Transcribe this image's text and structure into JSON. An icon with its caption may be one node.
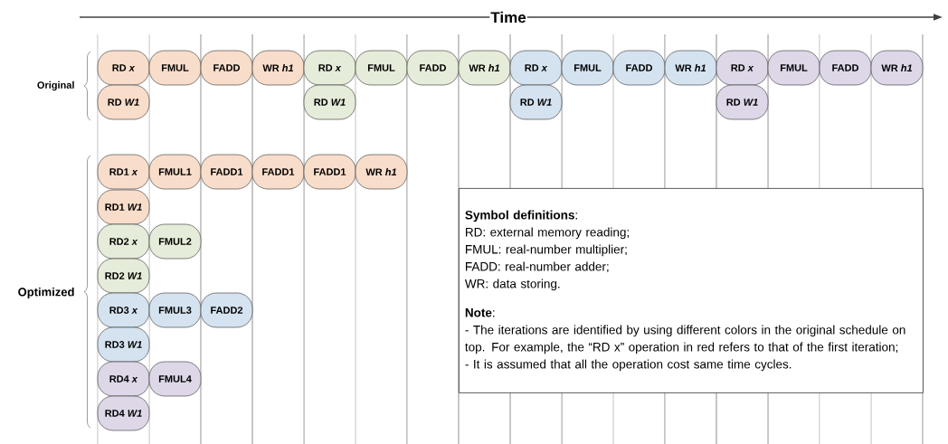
{
  "diagram": {
    "nodes": [
      {
        "text": [
          "RD *x*"
        ]
      },
      {
        "text": [
          "FMUL"
        ]
      },
      {
        "text": [
          "FADD"
        ]
      },
      {
        "text": [
          "WR *h1*"
        ]
      },
      {
        "text": [
          "RD *x*"
        ]
      },
      {
        "text": [
          "FMUL"
        ]
      },
      {
        "text": [
          "FADD"
        ]
      },
      {
        "text": [
          "WR *h1*"
        ]
      },
      {
        "text": [
          "RD *x*"
        ]
      },
      {
        "text": [
          "FMUL"
        ]
      },
      {
        "text": [
          "FADD"
        ]
      },
      {
        "text": [
          "WR *h1*"
        ]
      },
      {
        "text": [
          "RD *x*"
        ]
      },
      {
        "text": [
          "FMUL"
        ]
      },
      {
        "text": [
          "FADD"
        ]
      },
      {
        "text": [
          "WR *h1*"
        ]
      },
      {
        "text": [
          "RD *W1*"
        ]
      },
      {
        "text": [
          "RD *W1*"
        ]
      },
      {
        "text": [
          "RD *W1*"
        ]
      },
      {
        "text": [
          "RD *W1*"
        ]
      },
      {
        "text": [
          "RD1 *x*"
        ]
      },
      {
        "text": [
          "FMUL1"
        ]
      },
      {
        "text": [
          "FADD1"
        ]
      },
      {
        "text": [
          "FADD1"
        ]
      },
      {
        "text": [
          "FADD1"
        ]
      },
      {
        "text": [
          "WR *h1*"
        ]
      },
      {
        "text": [
          "RD1 *W1*"
        ]
      },
      {
        "text": [
          "RD2 *x*"
        ]
      },
      {
        "text": [
          "FMUL2"
        ]
      },
      {
        "text": [
          "RD2 *W1*"
        ]
      },
      {
        "text": [
          "RD3 *x*"
        ]
      },
      {
        "text": [
          "FMUL3"
        ]
      },
      {
        "text": [
          "FADD2"
        ]
      },
      {
        "text": [
          "RD3 *W1*"
        ]
      },
      {
        "text": [
          "RD4 *x*"
        ]
      },
      {
        "text": [
          "FMUL4"
        ]
      },
      {
        "text": [
          "RD4 *W1*"
        ]
      },
      {
        "text": [
          "**Symbol definitions**:",
          "RD: external memory reading;",
          "FMUL: real-number multiplier;",
          "FADD: real-number adder;",
          "WR: data storing.",
          "**Note**:",
          "- The iterations are identified by using different colors in the original schedule on top. For example, the “RD x” operation in red refers to that of the first iteration;",
          "- It is assumed that all the operation cost same time cycles."
        ]
      }
    ],
    "edges": [],
    "labels": [
      "Time",
      "Original",
      "Optimized"
    ]
  }
}
